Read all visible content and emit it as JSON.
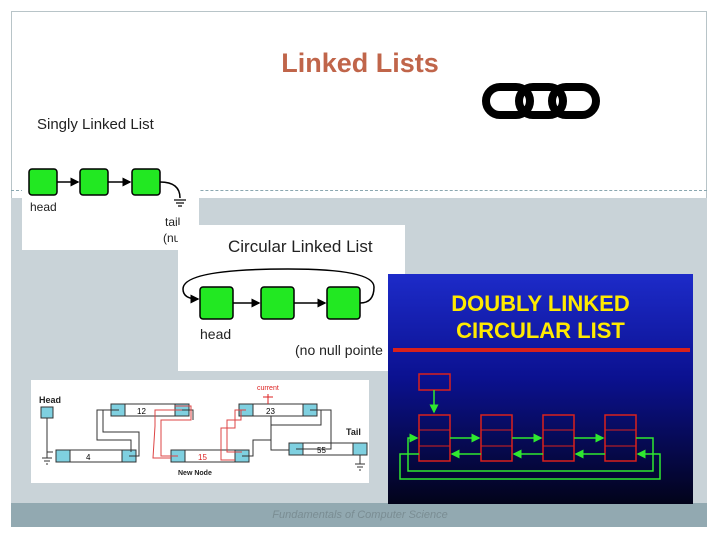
{
  "slide": {
    "title": "Linked Lists",
    "footer": "Fundamentals of Computer Science"
  },
  "singly": {
    "heading": "Singly Linked List",
    "head_label": "head",
    "tail_label_1": "tail",
    "tail_label_2": "(nu"
  },
  "circular": {
    "heading": "Circular Linked List",
    "head_label": "head",
    "null_label": "(no null pointe"
  },
  "insertion": {
    "head_label": "Head",
    "tail_label": "Tail",
    "current_label": "current",
    "new_node_label": "New Node",
    "values": [
      "12",
      "23",
      "4",
      "15",
      "55"
    ]
  },
  "doubly": {
    "title_line_1": "DOUBLY LINKED",
    "title_line_2": "CIRCULAR LIST"
  },
  "colors": {
    "title": "#c0654a",
    "node_green": "#22e822",
    "dl_background_top": "#1d2bc9",
    "dl_background_bottom": "#02031a",
    "dl_title": "#ffea00",
    "dl_rule": "#d9211c"
  },
  "icons": [
    "chain-link-icon",
    "ground-symbol-icon"
  ]
}
